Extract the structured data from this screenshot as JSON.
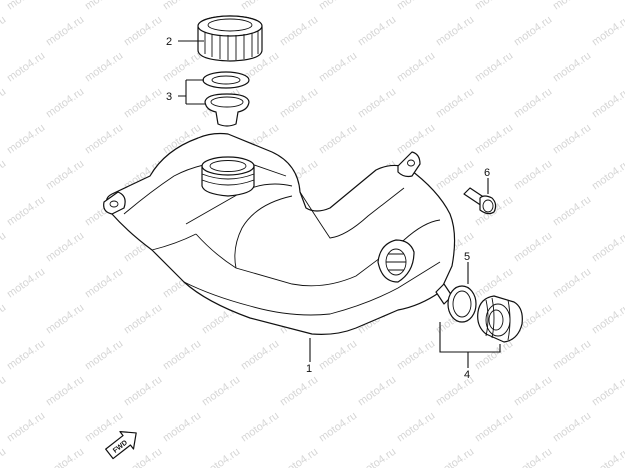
{
  "diagram": {
    "callouts": [
      {
        "id": "c1",
        "label": "1"
      },
      {
        "id": "c2",
        "label": "2"
      },
      {
        "id": "c3",
        "label": "3"
      },
      {
        "id": "c4",
        "label": "4"
      },
      {
        "id": "c5",
        "label": "5"
      },
      {
        "id": "c6",
        "label": "6"
      }
    ],
    "direction_badge": "FWD",
    "watermark_text": "moto4.ru"
  }
}
